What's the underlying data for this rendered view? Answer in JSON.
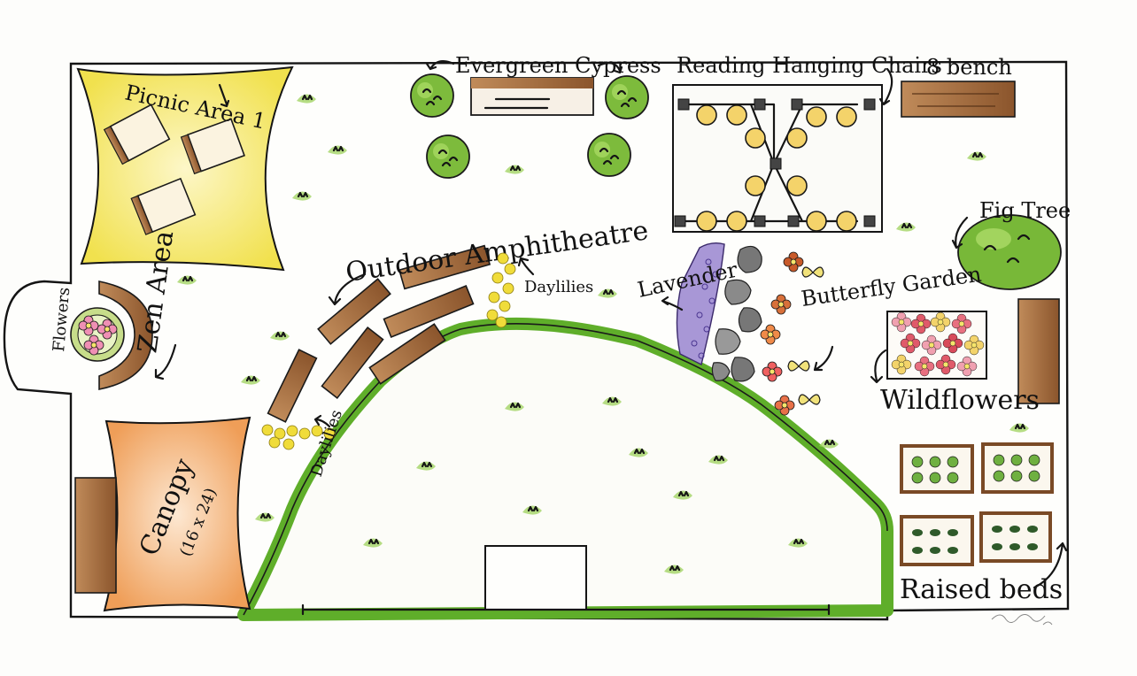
{
  "labels": {
    "picnic_area": "Picnic Area 1",
    "evergreen_cypress": "Evergreen Cypress",
    "reading_hanging_chairs": "Reading Hanging Chairs",
    "bench": "8 bench",
    "fig_tree": "Fig Tree",
    "outdoor_amphitheatre": "Outdoor Amphitheatre",
    "daylilies_top": "Daylilies",
    "daylilies_bottom": "Daylilies",
    "lavender": "Lavender",
    "butterfly_garden": "Butterfly Garden",
    "wildflowers": "Wildflowers",
    "flowers": "Flowers",
    "zen_area": "Zen Area",
    "canopy": "Canopy",
    "canopy_size": "(16 x 24)",
    "raised_beds": "Raised beds"
  },
  "colors": {
    "lawn_green": "#7fc23a",
    "wood_brown": "#a0673a",
    "picnic_yellow": "#f5ec7a",
    "canopy_orange": "#f2b27a",
    "lavender_purple": "#9b86cf",
    "chair_yellow": "#f4d36a",
    "stone_grey": "#6f6f6f"
  },
  "icons": {
    "shrub": "shrub-icon",
    "chair": "hanging-chair-icon",
    "flower": "flower-icon",
    "butterfly": "butterfly-icon"
  }
}
